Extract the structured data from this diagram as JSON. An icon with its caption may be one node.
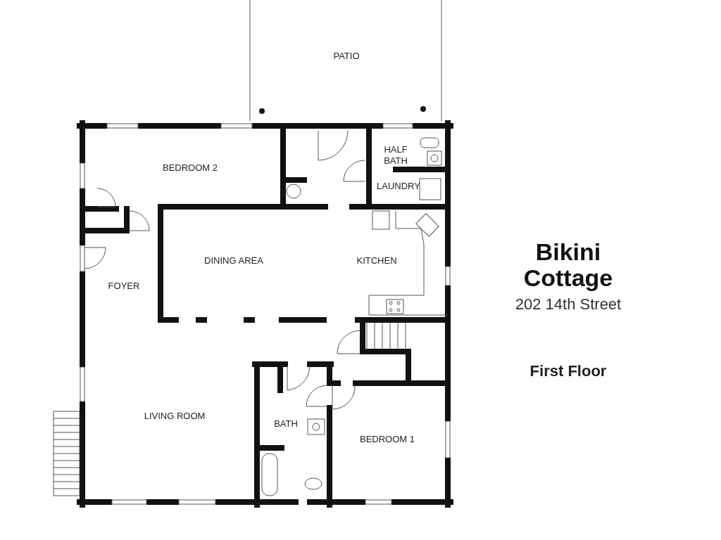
{
  "diagram": {
    "title": "Bikini Cottage",
    "labels": [
      "PATIO",
      "BEDROOM 2",
      "HALF BATH",
      "LAUNDRY",
      "DINING AREA",
      "KITCHEN",
      "FOYER",
      "LIVING ROOM",
      "BATH",
      "BEDROOM 1",
      "202 14th Street",
      "First Floor"
    ]
  }
}
